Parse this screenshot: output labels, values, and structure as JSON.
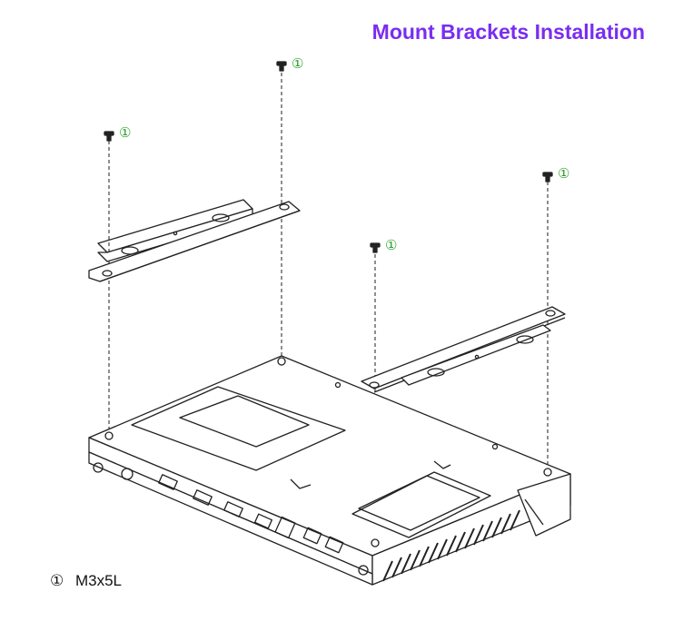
{
  "title": "Mount Brackets Installation",
  "callout_marker": "①",
  "legend": {
    "marker": "①",
    "part": "M3x5L"
  },
  "accent_color": "#7a2df0",
  "callout_color": "#2aa02a"
}
